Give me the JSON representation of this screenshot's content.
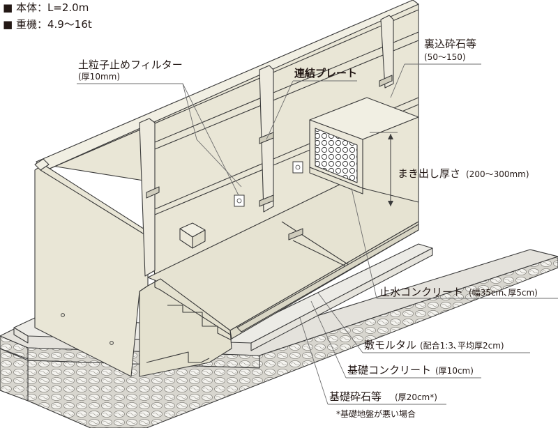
{
  "spec": {
    "main_body": "■ 本体：L=2.0m",
    "heavy_machine": "■ 重機：4.9〜16t"
  },
  "labels": {
    "filter": "土粒子止めフィルター",
    "filter_note": "(厚10mm)",
    "plate": "連結プレート",
    "backfill": "裏込砕石等",
    "backfill_note": "(50〜150)",
    "spread": "まき出し厚さ",
    "spread_note": "(200〜300mm)",
    "waterstop": "止水コンクリート",
    "waterstop_note": "(幅35cm､厚5cm)",
    "mortar": "敷モルタル",
    "mortar_note": "(配合1:3､平均厚2cm)",
    "foundation_concrete": "基礎コンクリート",
    "foundation_concrete_note": "(厚10cm)",
    "foundation_stone": "基礎砕石等",
    "foundation_stone_note": "(厚20cm*)",
    "footnote": "*基礎地盤が悪い場合"
  },
  "colors": {
    "body": "#e9e6d6",
    "body_dark": "#dcd8c5",
    "body_light": "#f1efe3",
    "gravel": "#cfcdc6",
    "line": "#3a3a3a"
  }
}
